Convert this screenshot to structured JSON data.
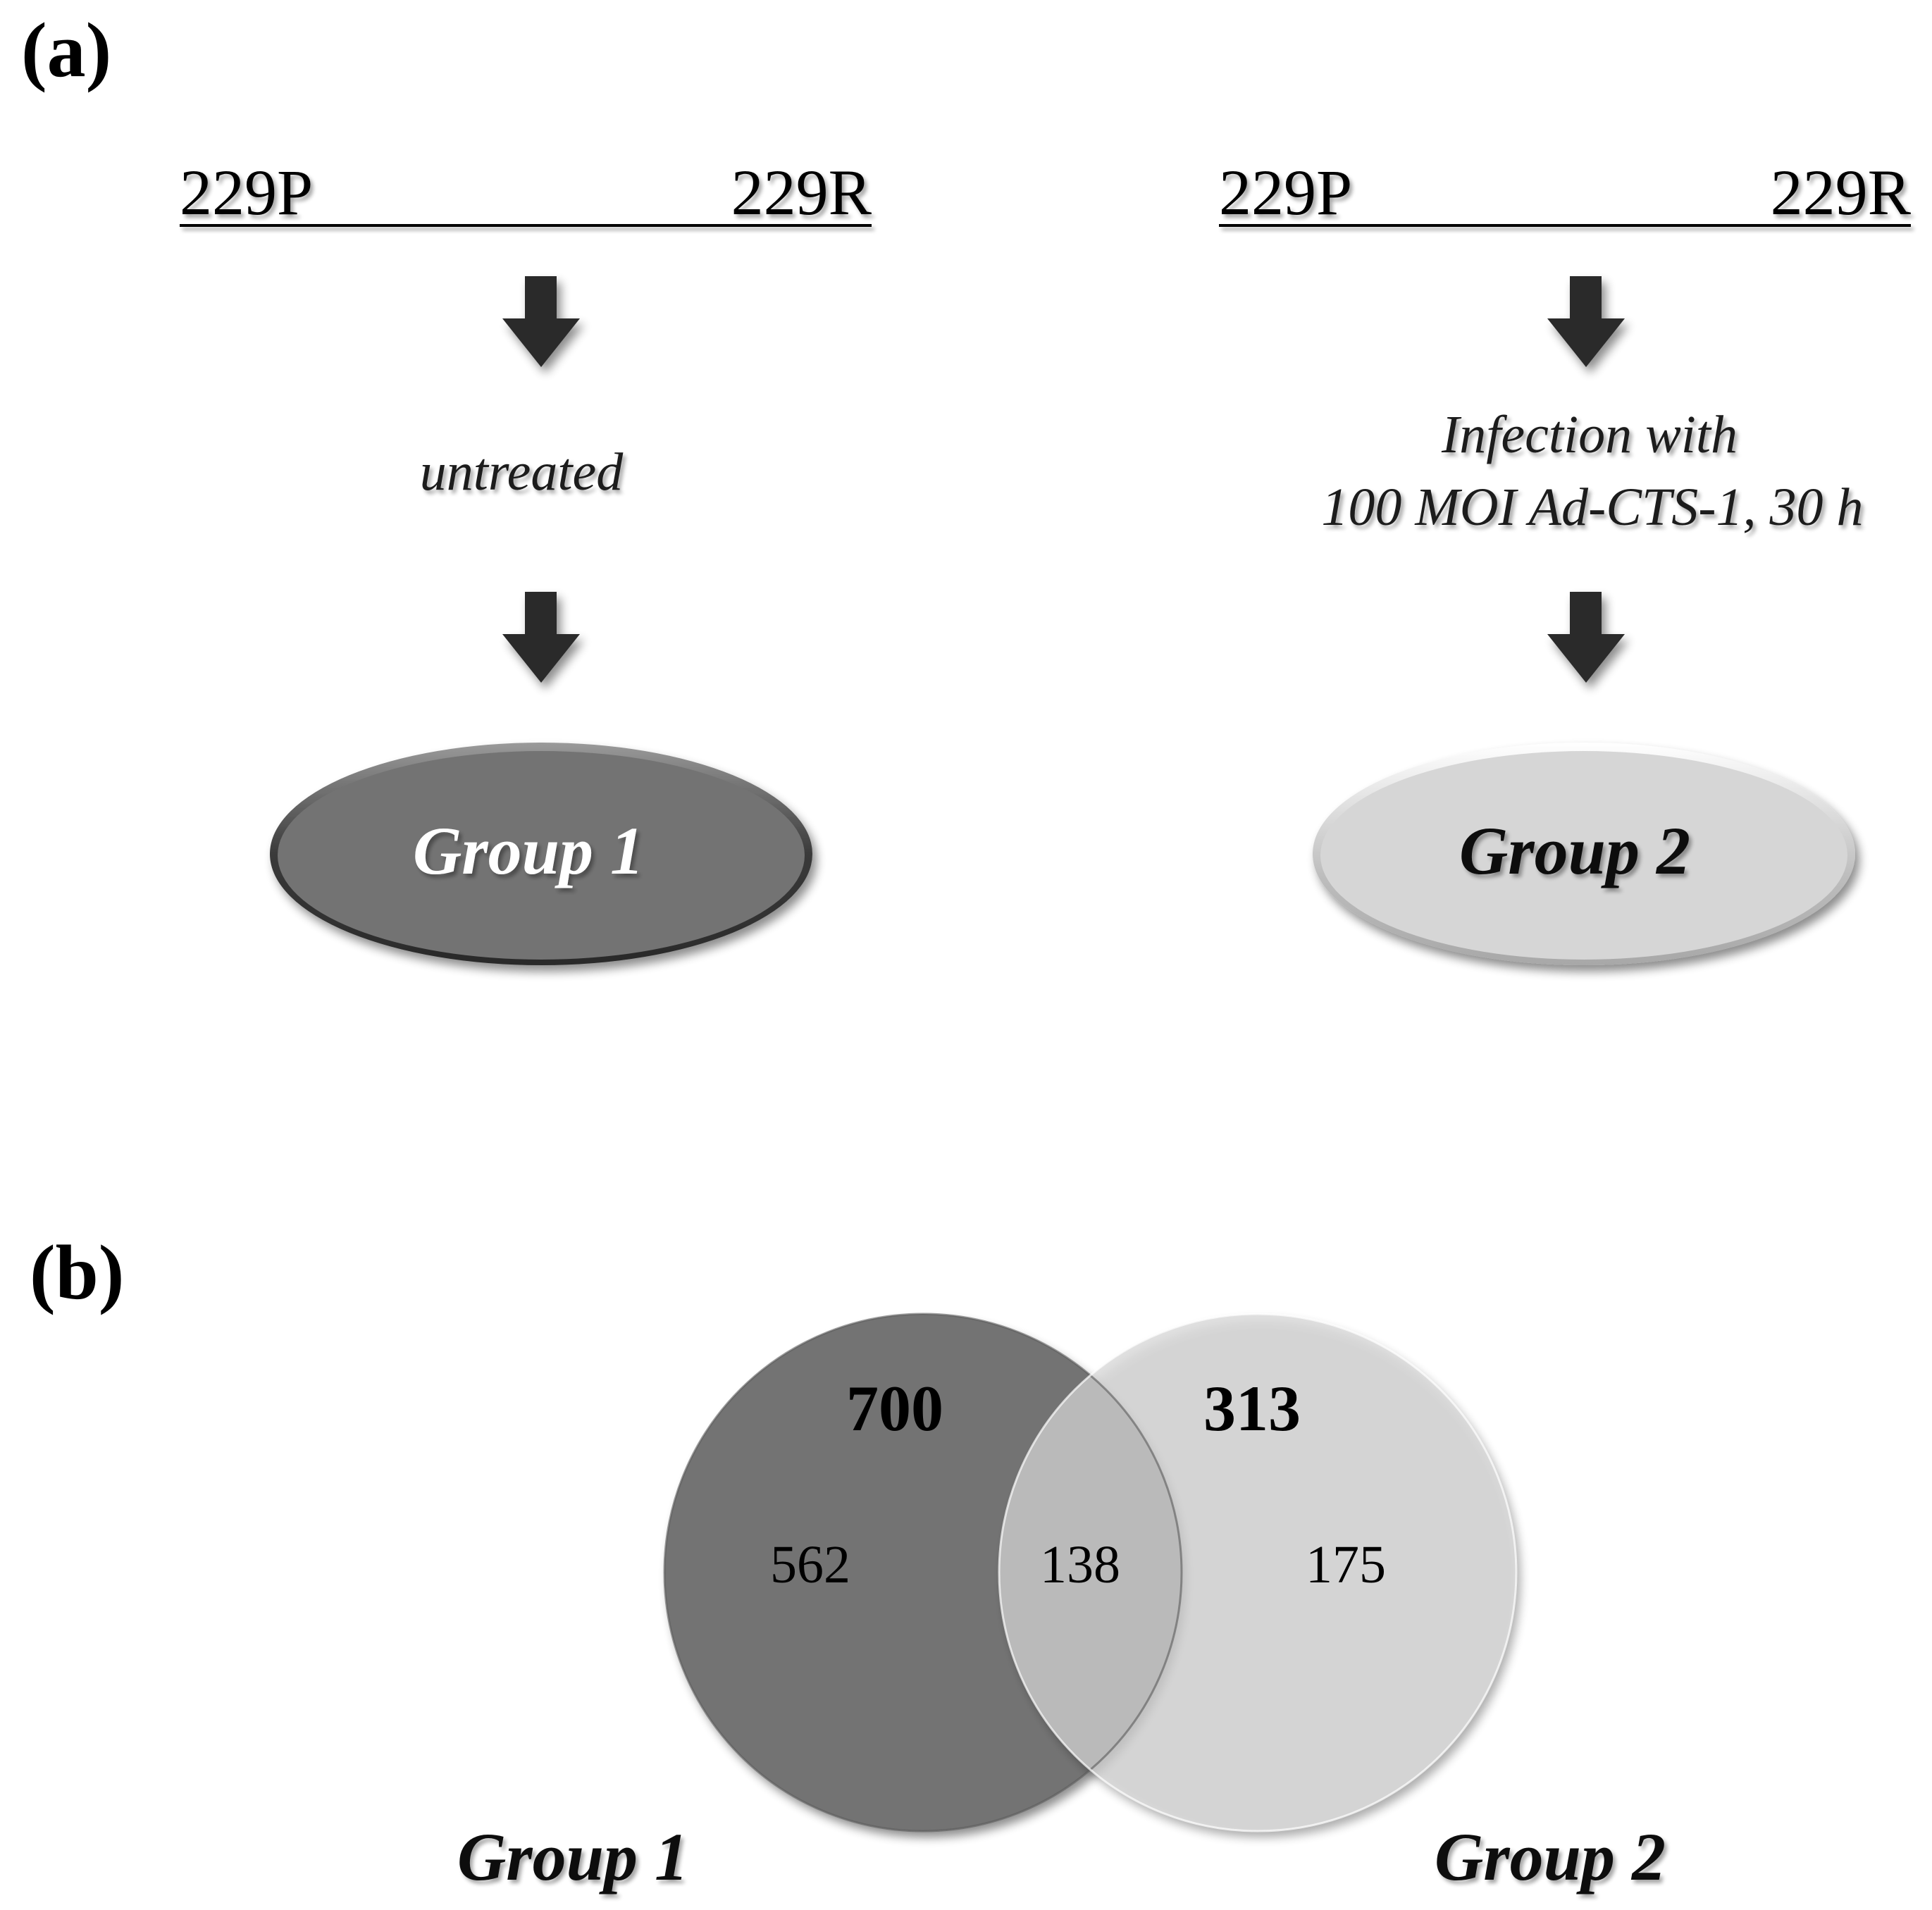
{
  "panel_a": {
    "label": "(a)",
    "left": {
      "cell_p": "229P",
      "cell_r": "229R",
      "condition": "untreated",
      "group": "Group 1",
      "group_color": "#737373"
    },
    "right": {
      "cell_p": "229P",
      "cell_r": "229R",
      "condition_line1": "Infection with",
      "condition_line2": "100 MOI Ad-CTS-1, 30 h",
      "group": "Group 2",
      "group_color": "#d6d6d6"
    }
  },
  "panel_b": {
    "label": "(b)",
    "venn": {
      "set_1": {
        "name": "Group 1",
        "total": "700",
        "only": "562",
        "color": "#737373"
      },
      "set_2": {
        "name": "Group 2",
        "total": "313",
        "only": "175",
        "color": "#d6d6d6"
      },
      "intersection": "138"
    }
  },
  "colors": {
    "arrow": "#2b2b2b",
    "text": "#000000"
  }
}
